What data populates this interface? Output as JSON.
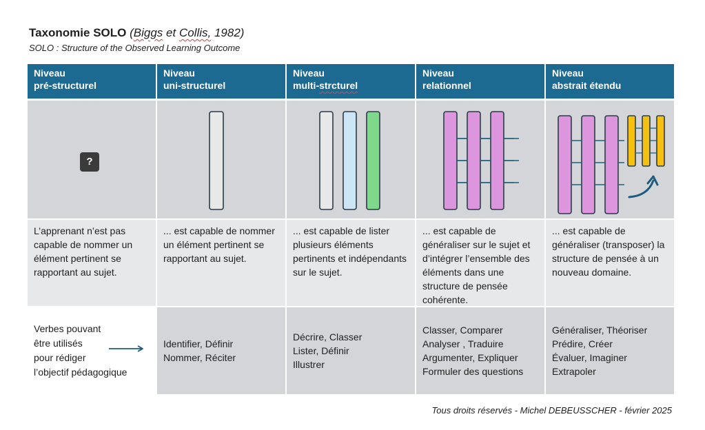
{
  "title": {
    "main": "Taxonomie SOLO",
    "cite_open": "(",
    "cite_author1": "Biggs",
    "cite_and": " et ",
    "cite_author2": "Collis,",
    "cite_year": " 1982)"
  },
  "subtitle": "SOLO : Structure of the Observed Learning Outcome",
  "columns": [
    {
      "header_line1": "Niveau",
      "header_line2": "pré-structurel",
      "icon": "question-mark",
      "icon_text": "?",
      "description": "L’apprenant n’est pas capable de nommer un élément pertinent se rapportant au sujet."
    },
    {
      "header_line1": "Niveau",
      "header_line2": "uni-structurel",
      "icon": "single-bar",
      "description": "... est capable de nommer un élément pertinent se rapportant au sujet.",
      "verbs": [
        "Identifier, Définir",
        "Nommer, Réciter"
      ]
    },
    {
      "header_line1": "Niveau",
      "header_line2_a": "multi-",
      "header_line2_b": "strcturel",
      "icon": "three-separate-bars",
      "description": "... est capable de lister plusieurs éléments pertinents et indépendants sur le sujet.",
      "verbs": [
        "Décrire, Classer",
        "Lister, Définir",
        "Illustrer"
      ]
    },
    {
      "header_line1": "Niveau",
      "header_line2": "relationnel",
      "icon": "connected-bars",
      "description": "... est capable de généraliser sur le sujet et d’intégrer l’ensemble des éléments dans une structure de pensée cohérente.",
      "verbs": [
        "Classer, Comparer",
        "Analyser , Traduire",
        "Argumenter, Expliquer",
        "Formuler des questions"
      ]
    },
    {
      "header_line1": "Niveau",
      "header_line2": "abstrait étendu",
      "icon": "connected-bars-transfer",
      "description": "... est capable de généraliser (transposer) la structure de pensée à un nouveau domaine.",
      "verbs": [
        "Généraliser, Théoriser",
        "Prédire, Créer",
        "Évaluer, Imaginer",
        "Extrapoler"
      ]
    }
  ],
  "verbs_label": [
    "Verbes pouvant",
    "être utilisés",
    "pour rédiger",
    "l’objectif pédagogique"
  ],
  "colors": {
    "header": "#1c6a91",
    "bar_gray": "#e8e8e8",
    "bar_blue": "#cde6f5",
    "bar_green": "#7fd98a",
    "bar_pink": "#dd95dd",
    "bar_yellow": "#f5c010",
    "arrow": "#1c5a80",
    "connector": "#1d5f7e"
  },
  "footer": "Tous droits réservés - Michel DEBEUSSCHER - février 2025"
}
